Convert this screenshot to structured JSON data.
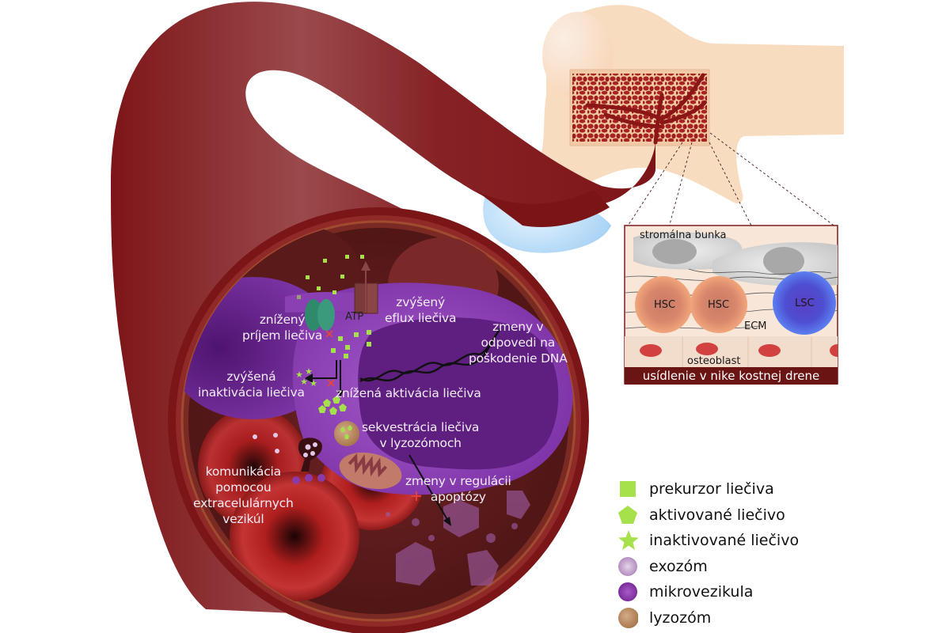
{
  "diagram": {
    "title": "Mechanizmy rezistencie leukemických buniek voči liečivám v krvnom riečisku a nike kostnej drene",
    "vessel_labels": {
      "reduced_uptake": [
        "znížený",
        "príjem liečiva"
      ],
      "increased_efflux": [
        "zvýšený",
        "eflux liečiva"
      ],
      "atp": "ATP",
      "dna_damage_response": [
        "zmeny v",
        "odpovedi na",
        "poškodenie DNA"
      ],
      "increased_inactivation": [
        "zvýšená",
        "inaktivácia liečiva"
      ],
      "reduced_activation": "znížená aktivácia liečiva",
      "lysosome_sequestration": [
        "sekvestrácia liečiva",
        "v lyzozómoch"
      ],
      "ev_communication": [
        "komunikácia",
        "pomocou",
        "extracelulárnych",
        "vezikúl"
      ],
      "apoptosis_regulation": [
        "zmeny v regulácii",
        "apoptózy"
      ]
    },
    "niche": {
      "stromal_cell": "stromálna bunka",
      "cells": [
        "HSC",
        "HSC",
        "LSC"
      ],
      "ecm": "ECM",
      "osteoblast": "osteoblast",
      "title": "usídlenie v nike kostnej drene"
    },
    "legend": [
      {
        "symbol": "square-icon",
        "label": "prekurzor liečiva",
        "color": "#a6e04a"
      },
      {
        "symbol": "pentagon-icon",
        "label": "aktivované liečivo",
        "color": "#a6e04a"
      },
      {
        "symbol": "star-icon",
        "label": "inaktivované liečivo",
        "color": "#a6e04a"
      },
      {
        "symbol": "exosome-icon",
        "label": "exozóm",
        "color": "#c7a2cf"
      },
      {
        "symbol": "microvesicle-icon",
        "label": "mikrovezikula",
        "color": "#8a3aa8"
      },
      {
        "symbol": "lysosome-icon",
        "label": "lyzozóm",
        "color": "#b8875e"
      }
    ],
    "colors": {
      "vessel": "#8b2022",
      "cell_membrane": "#9c4fc2",
      "nucleus": "#5b1d78",
      "drug": "#a6e04a",
      "bone": "#f8dcc0",
      "lsc": "#4a5fd6",
      "hsc": "#e59a72"
    }
  }
}
